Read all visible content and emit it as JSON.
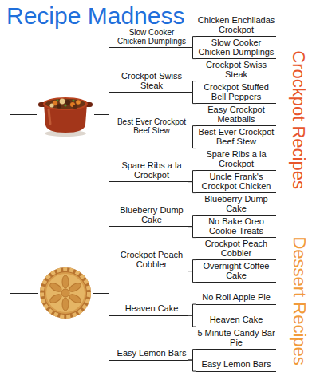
{
  "diagram": {
    "title": "Recipe Madness",
    "nodes": [
      {
        "text": [
          "Chicken Enchiladas Crockpot"
        ]
      },
      {
        "text": [
          "Slow Cooker Chicken Dumplings"
        ]
      },
      {
        "text": [
          "Crockpot Swiss Steak"
        ]
      },
      {
        "text": [
          "Crockpot Stuffed Bell Peppers"
        ]
      },
      {
        "text": [
          "Easy Crockpot Meatballs"
        ]
      },
      {
        "text": [
          "Best Ever Crockpot Beef Stew"
        ]
      },
      {
        "text": [
          "Spare Ribs a la Crockpot"
        ]
      },
      {
        "text": [
          "Uncle Frank's Crockpot Chicken"
        ]
      },
      {
        "text": [
          "Blueberry Dump Cake"
        ]
      },
      {
        "text": [
          "No Bake Oreo Cookie Treats"
        ]
      },
      {
        "text": [
          "Crockpot Peach Cobbler"
        ]
      },
      {
        "text": [
          "Overnight Coffee Cake"
        ]
      },
      {
        "text": [
          "No Roll Apple Pie"
        ]
      },
      {
        "text": [
          "Heaven Cake"
        ]
      },
      {
        "text": [
          "5 Minute Candy Bar Pie"
        ]
      },
      {
        "text": [
          "Easy Lemon Bars"
        ]
      },
      {
        "text": [
          "Slow Cooker Chicken Dumplings"
        ]
      },
      {
        "text": [
          "Crockpot Swiss Steak"
        ]
      },
      {
        "text": [
          "Best Ever Crockpot Beef Stew"
        ]
      },
      {
        "text": [
          "Spare Ribs a la Crockpot"
        ]
      },
      {
        "text": [
          "Blueberry Dump Cake"
        ]
      },
      {
        "text": [
          "Crockpot Peach Cobbler"
        ]
      },
      {
        "text": [
          "Heaven Cake"
        ]
      },
      {
        "text": [
          "Easy Lemon Bars"
        ]
      }
    ],
    "edges": [
      {
        "from": 0,
        "to": 16,
        "arrow": "none"
      },
      {
        "from": 1,
        "to": 16,
        "arrow": "none"
      },
      {
        "from": 2,
        "to": 17,
        "arrow": "none"
      },
      {
        "from": 3,
        "to": 17,
        "arrow": "none"
      },
      {
        "from": 4,
        "to": 18,
        "arrow": "none"
      },
      {
        "from": 5,
        "to": 18,
        "arrow": "none"
      },
      {
        "from": 6,
        "to": 19,
        "arrow": "none"
      },
      {
        "from": 7,
        "to": 19,
        "arrow": "none"
      },
      {
        "from": 8,
        "to": 20,
        "arrow": "none"
      },
      {
        "from": 9,
        "to": 20,
        "arrow": "none"
      },
      {
        "from": 10,
        "to": 21,
        "arrow": "none"
      },
      {
        "from": 11,
        "to": 21,
        "arrow": "none"
      },
      {
        "from": 12,
        "to": 22,
        "arrow": "none"
      },
      {
        "from": 13,
        "to": 22,
        "arrow": "none"
      },
      {
        "from": 14,
        "to": 23,
        "arrow": "none"
      },
      {
        "from": 15,
        "to": 23,
        "arrow": "none"
      }
    ],
    "labels": [
      "Crockpot Recipes",
      "Dessert Recipes"
    ]
  }
}
